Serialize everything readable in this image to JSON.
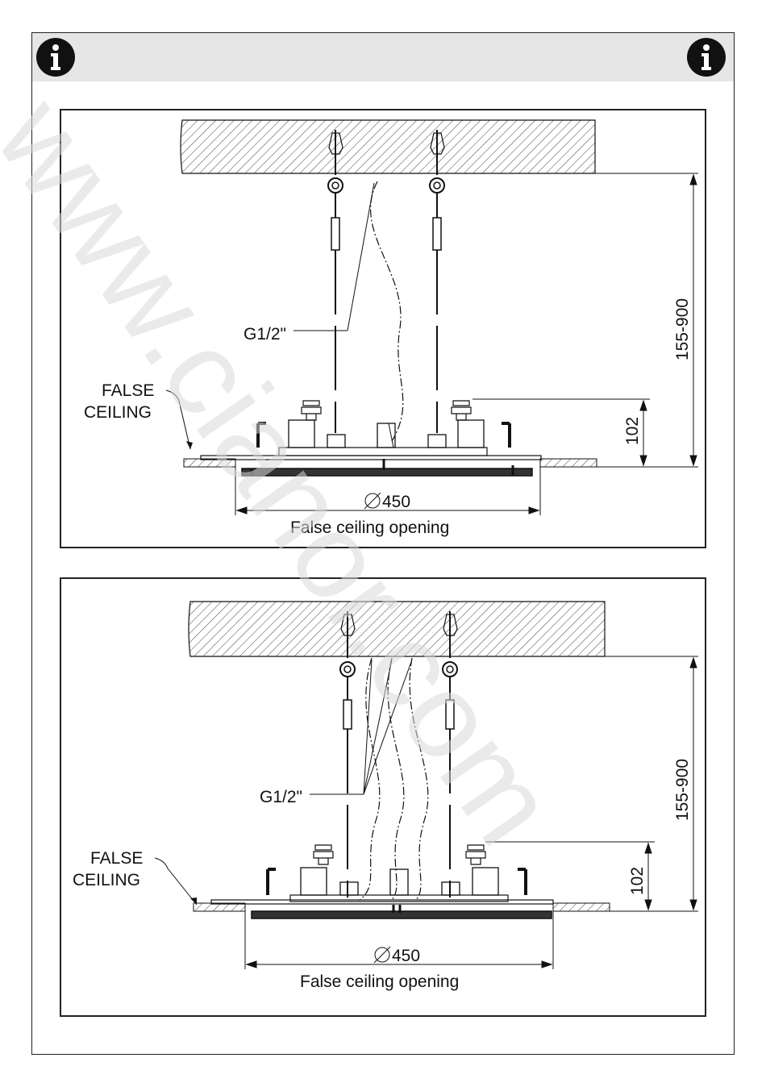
{
  "header": {
    "icon_left": "info-icon",
    "icon_right": "info-icon"
  },
  "panels": [
    {
      "pipe_label": "G1/2\"",
      "false_ceiling_line1": "FALSE",
      "false_ceiling_line2": "CEILING",
      "range_dim": "155-900",
      "depth_dim": "102",
      "diameter_dim": "450",
      "opening_caption": "False ceiling opening"
    },
    {
      "pipe_label": "G1/2\"",
      "false_ceiling_line1": "FALSE",
      "false_ceiling_line2": "CEILING",
      "range_dim": "155-900",
      "depth_dim": "102",
      "diameter_dim": "450",
      "opening_caption": "False ceiling opening"
    }
  ],
  "watermark": "www.cianor.com",
  "colors": {
    "header_band": "#e6e6e6",
    "line": "#111111",
    "watermark": "#dcdcdc"
  }
}
